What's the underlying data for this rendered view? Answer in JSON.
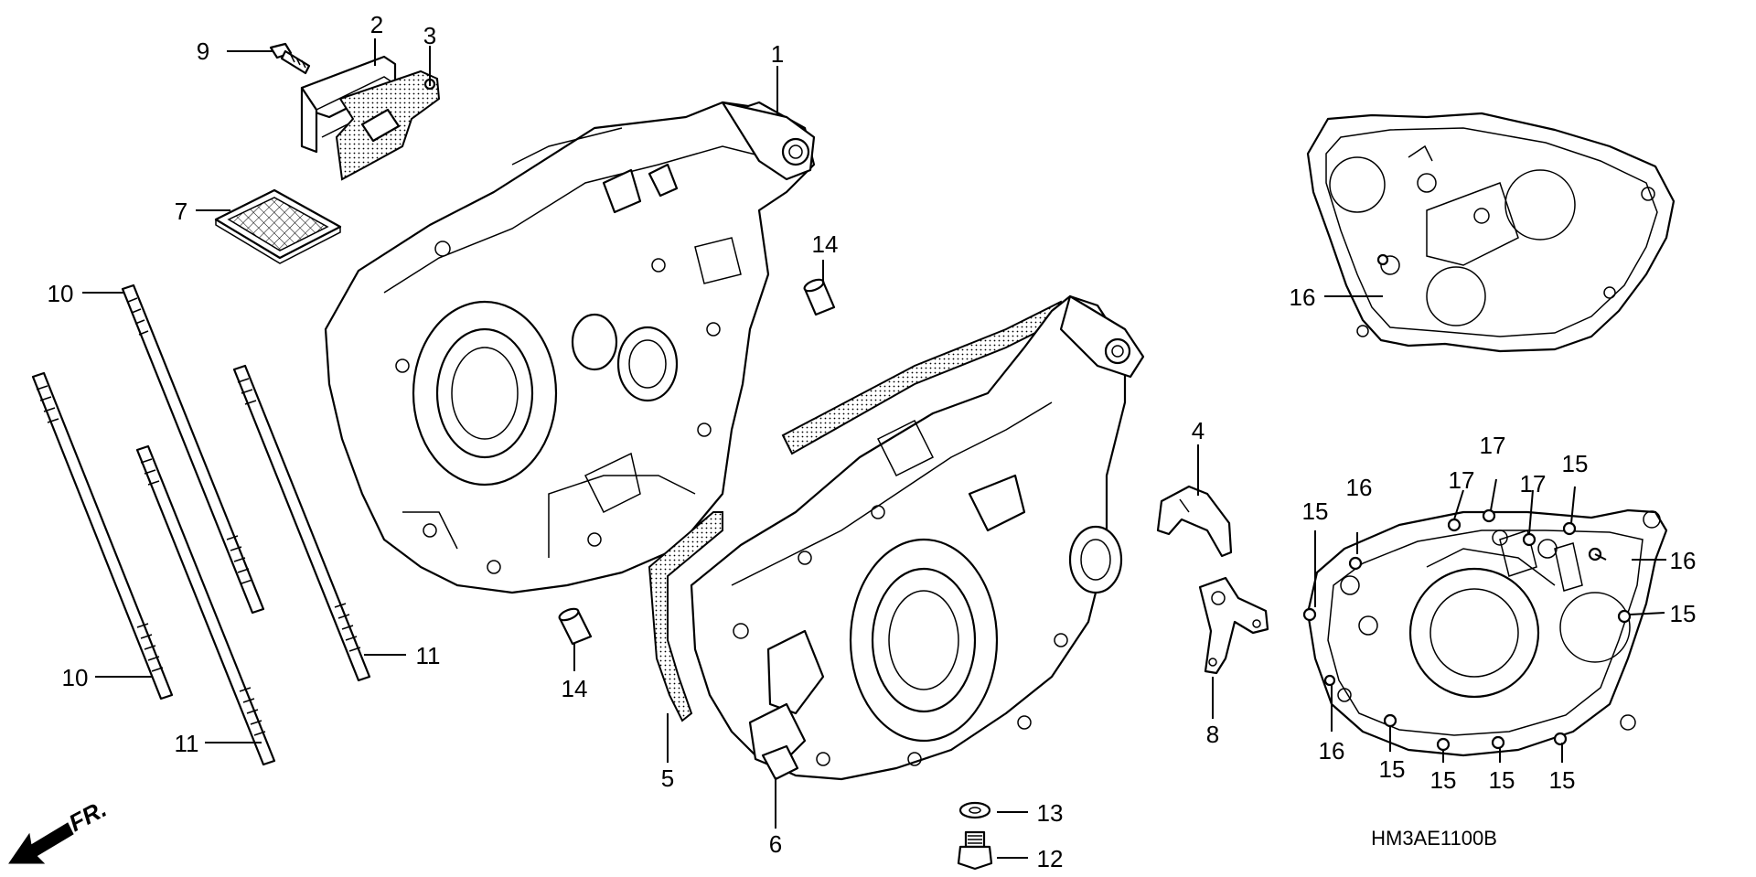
{
  "drawing_code": "HM3AE1100B",
  "direction_label": "FR.",
  "callouts": [
    {
      "id": "c1",
      "text": "1"
    },
    {
      "id": "c2",
      "text": "2"
    },
    {
      "id": "c3",
      "text": "3"
    },
    {
      "id": "c4",
      "text": "4"
    },
    {
      "id": "c5",
      "text": "5"
    },
    {
      "id": "c6",
      "text": "6"
    },
    {
      "id": "c7",
      "text": "7"
    },
    {
      "id": "c8",
      "text": "8"
    },
    {
      "id": "c9",
      "text": "9"
    },
    {
      "id": "c10a",
      "text": "10"
    },
    {
      "id": "c10b",
      "text": "10"
    },
    {
      "id": "c11a",
      "text": "11"
    },
    {
      "id": "c11b",
      "text": "11"
    },
    {
      "id": "c12",
      "text": "12"
    },
    {
      "id": "c13",
      "text": "13"
    },
    {
      "id": "c14a",
      "text": "14"
    },
    {
      "id": "c14b",
      "text": "14"
    },
    {
      "id": "c15a",
      "text": "15"
    },
    {
      "id": "c15b",
      "text": "15"
    },
    {
      "id": "c15c",
      "text": "15"
    },
    {
      "id": "c15d",
      "text": "15"
    },
    {
      "id": "c15e",
      "text": "15"
    },
    {
      "id": "c15f",
      "text": "15"
    },
    {
      "id": "c15g",
      "text": "15"
    },
    {
      "id": "c16a",
      "text": "16"
    },
    {
      "id": "c16b",
      "text": "16"
    },
    {
      "id": "c16c",
      "text": "16"
    },
    {
      "id": "c16d",
      "text": "16"
    },
    {
      "id": "c17a",
      "text": "17"
    },
    {
      "id": "c17b",
      "text": "17"
    },
    {
      "id": "c17c",
      "text": "17"
    }
  ]
}
